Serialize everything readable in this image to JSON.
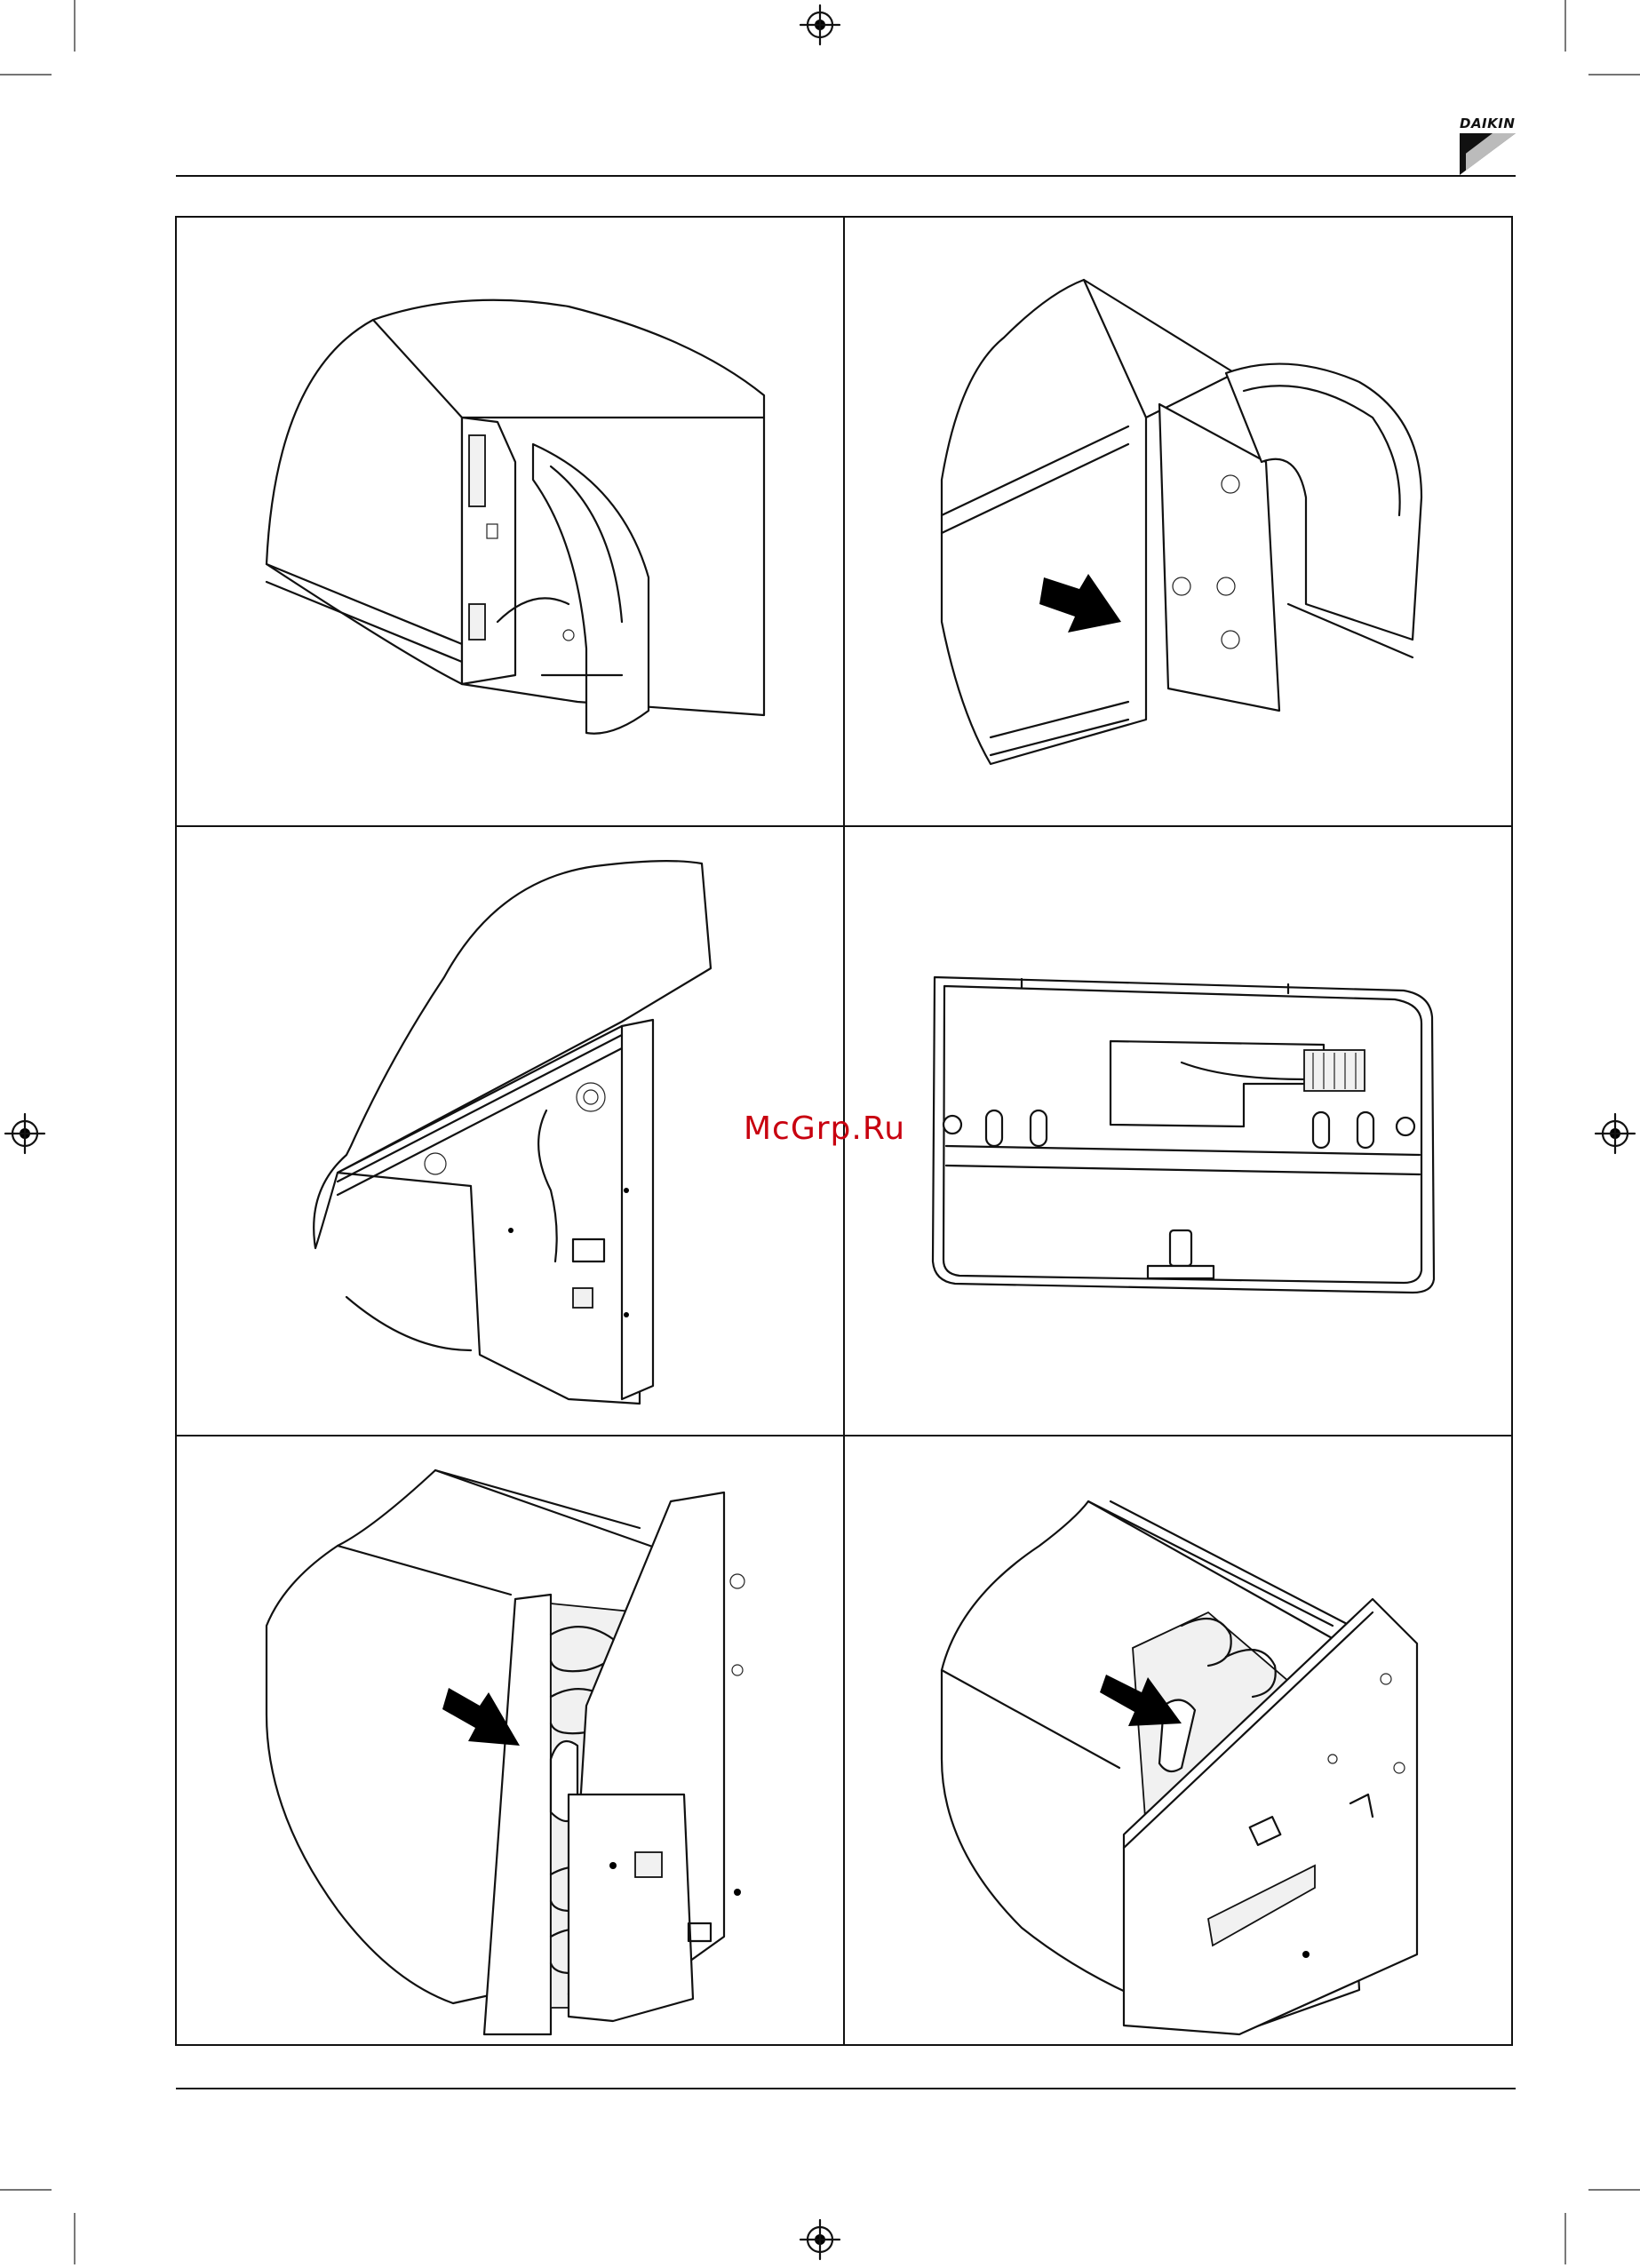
{
  "header": {
    "brand": "DAIKIN",
    "brand_icon": "daikin-triangle-logo"
  },
  "watermark": {
    "text": "McGrp.Ru",
    "color": "#c8000f"
  },
  "registration_marks": {
    "icon": "crosshair-registration-icon",
    "count": 4
  },
  "figures": [
    {
      "name": "front-panel-removed",
      "has_arrow": false
    },
    {
      "name": "front-panel-hinge-opened",
      "has_arrow": true
    },
    {
      "name": "side-electrical-cover",
      "has_arrow": false
    },
    {
      "name": "control-box-cover-rear",
      "has_arrow": false
    },
    {
      "name": "thermistor-on-coil",
      "has_arrow": true
    },
    {
      "name": "thermistor-on-coil-angled",
      "has_arrow": true
    }
  ]
}
